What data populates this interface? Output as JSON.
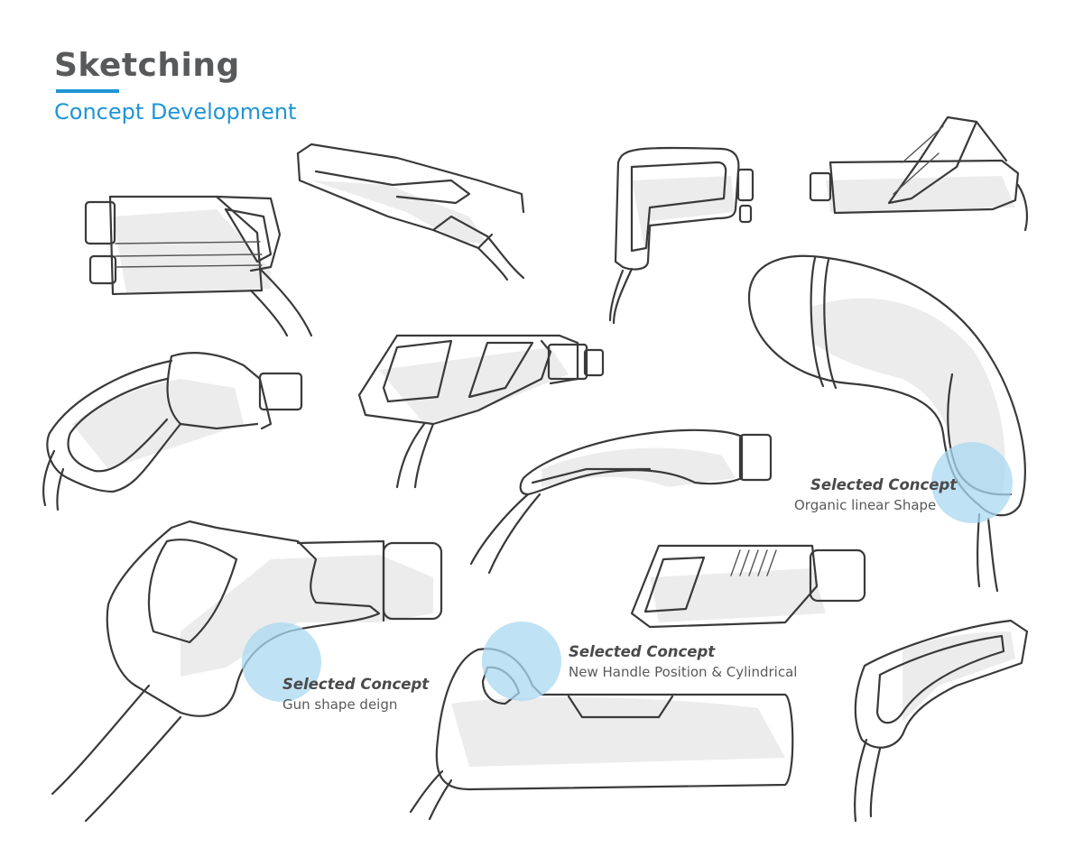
{
  "header": {
    "title": "Sketching",
    "subtitle": "Concept Development"
  },
  "colors": {
    "accent": "#1f95d6",
    "highlight": "#a9d8f1",
    "title_gray": "#58595b"
  },
  "annotations": [
    {
      "selected": "Selected Concept",
      "description": "Organic linear Shape"
    },
    {
      "selected": "Selected Concept",
      "description": "New Handle Position & Cylindrical"
    },
    {
      "selected": "Selected Concept",
      "description": "Gun shape deign"
    }
  ]
}
